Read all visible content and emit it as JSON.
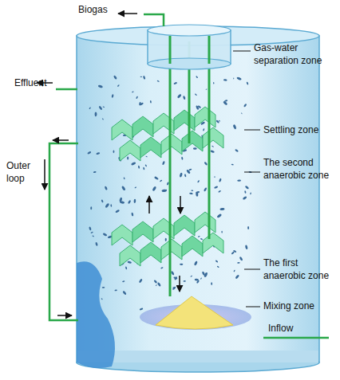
{
  "diagram": {
    "labels": [
      "Biogas",
      "Gas-water separation zone",
      "Effluent",
      "Settling zone",
      "Outer loop",
      "The second anaerobic zone",
      "The first anaerobic zone",
      "Mixing zone",
      "Inflow"
    ]
  }
}
